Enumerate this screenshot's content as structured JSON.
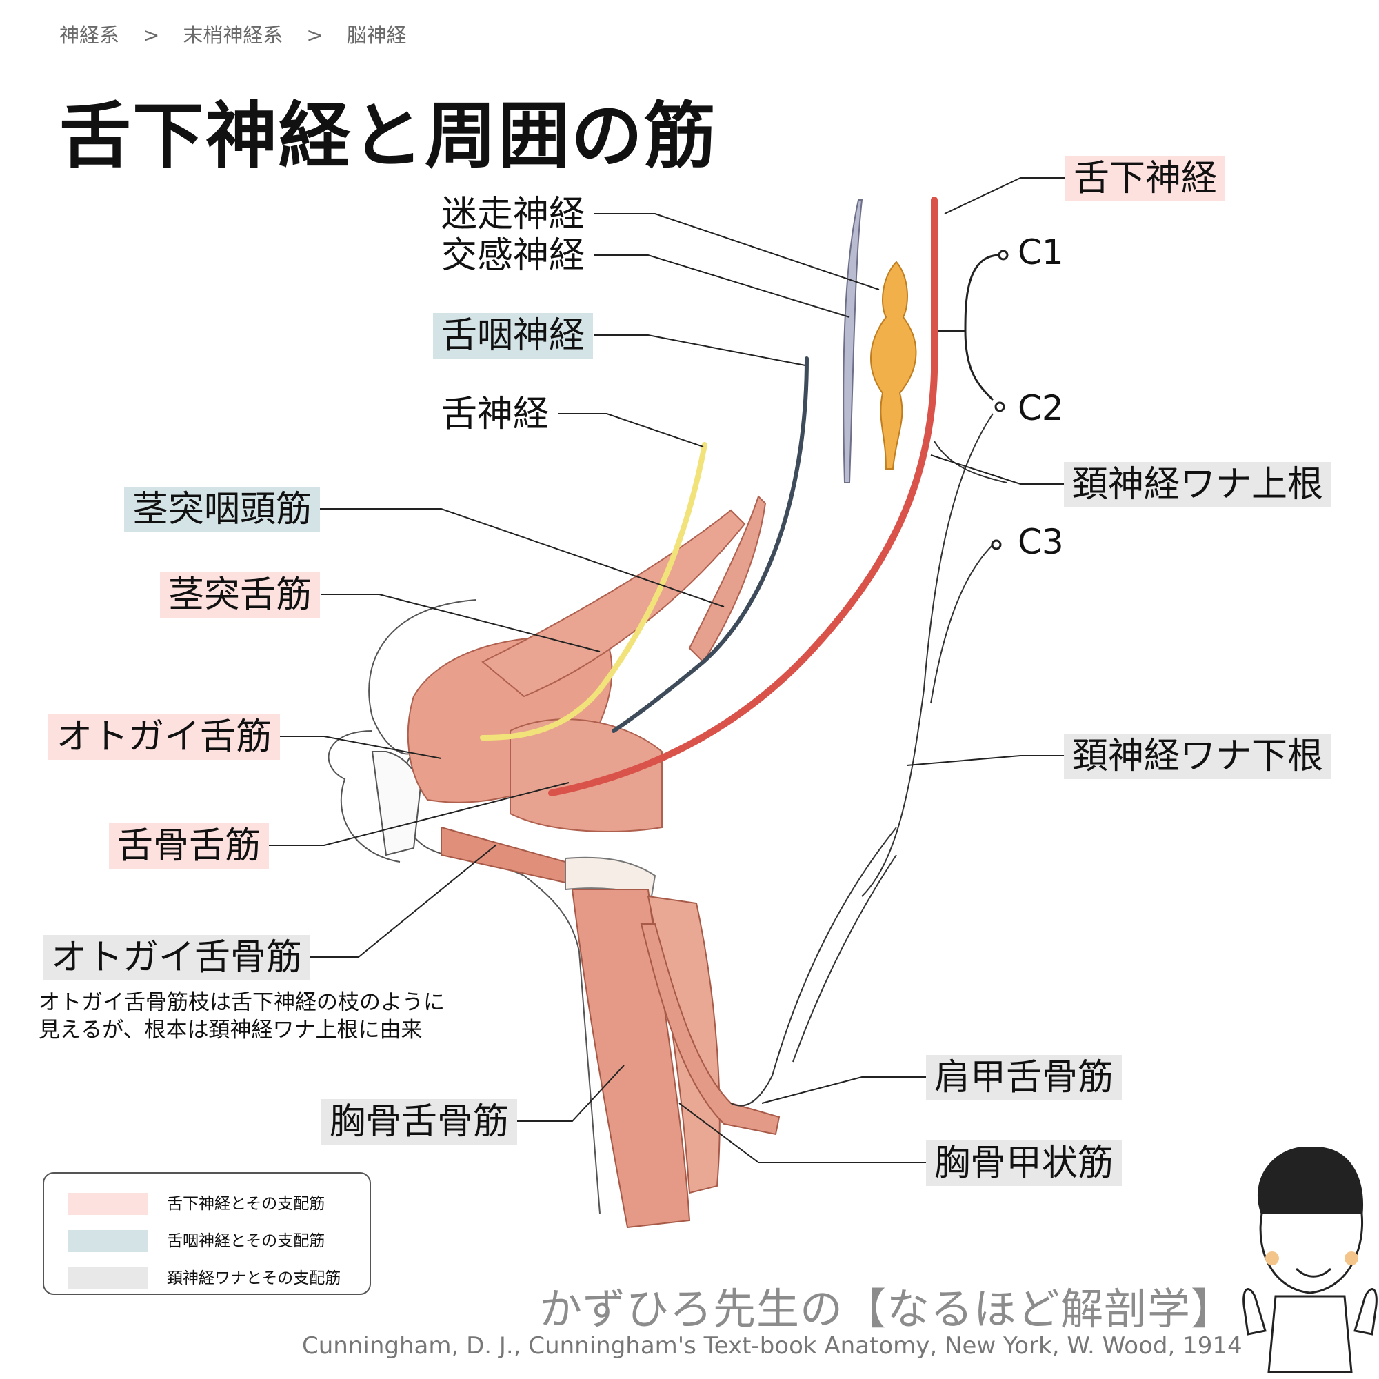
{
  "breadcrumb": [
    "神経系",
    ">",
    "末梢神経系",
    ">",
    "脳神経"
  ],
  "title": "舌下神経と周囲の筋",
  "labels": {
    "hypoglossal": "舌下神経",
    "vagus": "迷走神経",
    "sympathetic": "交感神経",
    "glossopharyngeal": "舌咽神経",
    "lingual": "舌神経",
    "stylopharyngeus": "茎突咽頭筋",
    "styloglossus": "茎突舌筋",
    "genioglossus": "オトガイ舌筋",
    "hyoglossus": "舌骨舌筋",
    "geniohyoid": "オトガイ舌骨筋",
    "superior_root": "頚神経ワナ上根",
    "inferior_root": "頚神経ワナ下根",
    "omohyoid": "肩甲舌骨筋",
    "sternothyroid": "胸骨甲状筋",
    "sternohyoid": "胸骨舌骨筋",
    "c1": "C1",
    "c2": "C2",
    "c3": "C3"
  },
  "note": {
    "line1": "オトガイ舌骨筋枝は舌下神経の枝のように",
    "line2": "見えるが、根本は頚神経ワナ上根に由来"
  },
  "legend": [
    {
      "label": "舌下神経とその支配筋",
      "color": "#fde1df"
    },
    {
      "label": "舌咽神経とその支配筋",
      "color": "#d4e3e6"
    },
    {
      "label": "頚神経ワナとその支配筋",
      "color": "#e8e8e8"
    }
  ],
  "brand": "かずひろ先生の【なるほど解剖学】",
  "credit": "Cunningham, D. J., Cunningham's Text-book Anatomy, New York, W. Wood, 1914",
  "colors": {
    "hypoglossal_nerve": "#d9534a",
    "glossopharyngeal_nerve": "#3d4b5a",
    "lingual_nerve": "#f2e27a",
    "sympathetic_ganglion": "#f1b04a",
    "vagus_nerve": "#b9bcd0",
    "muscle": "#e49a86"
  }
}
